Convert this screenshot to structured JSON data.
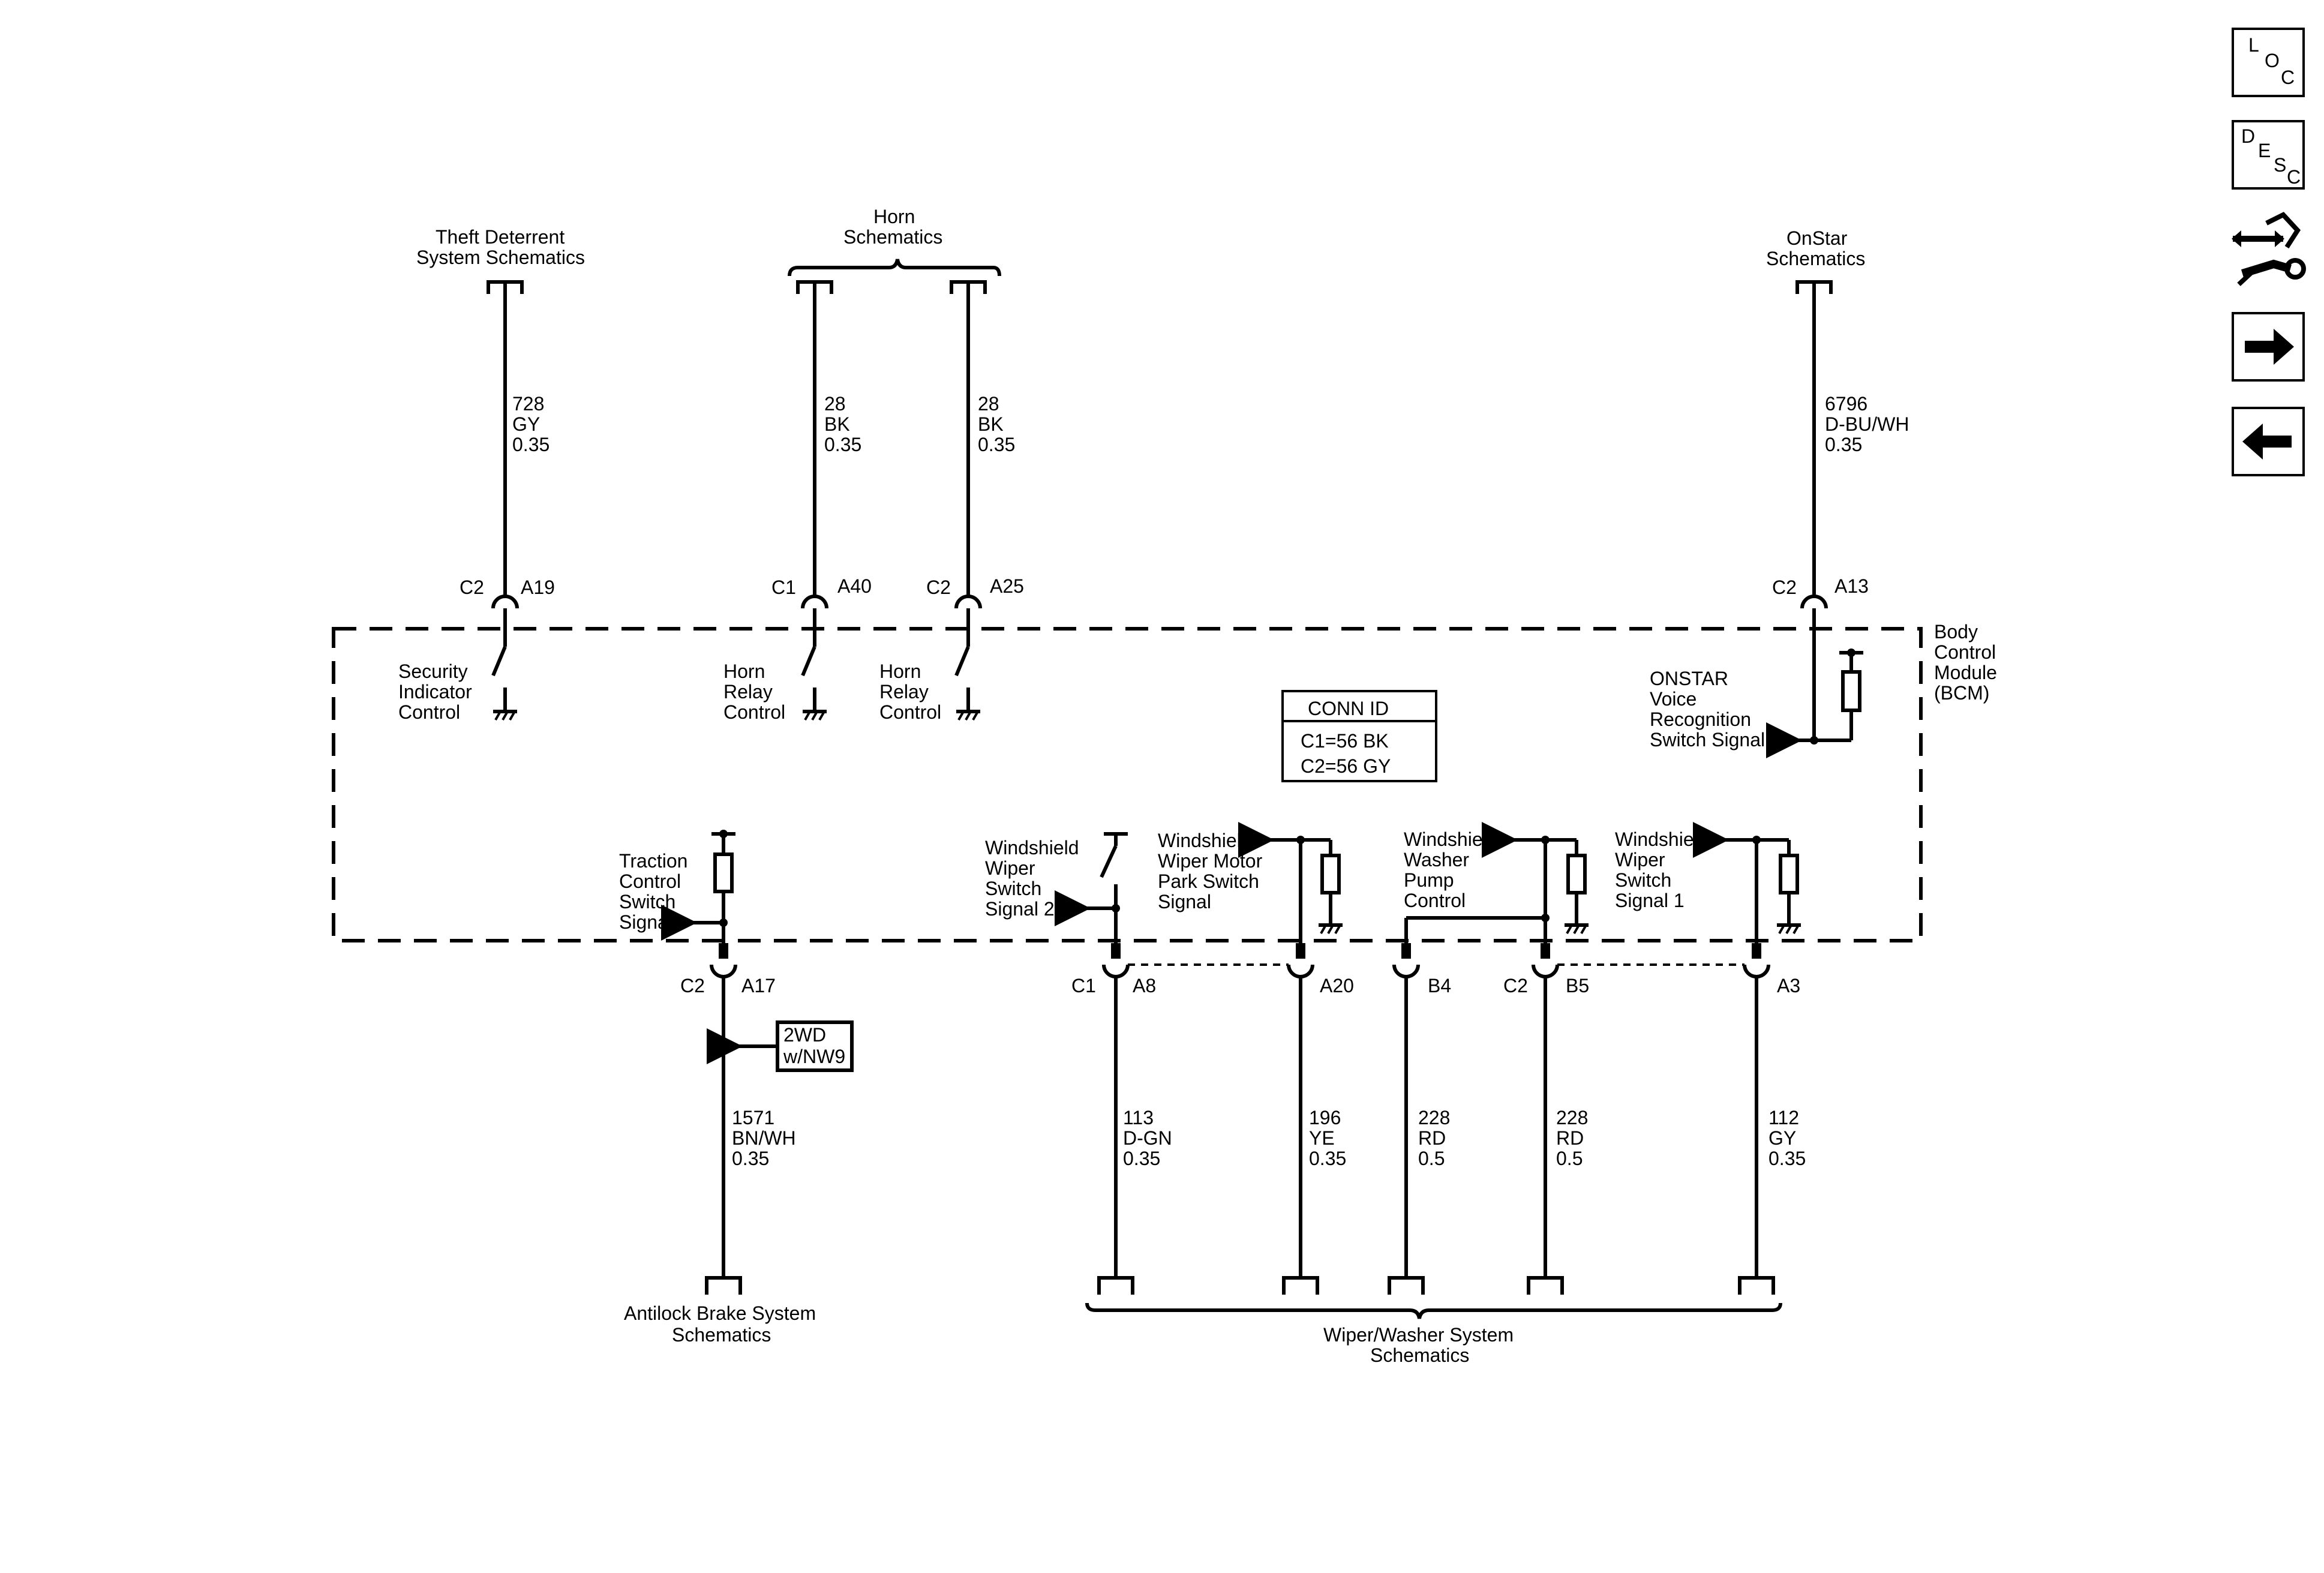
{
  "nav": {
    "loc": {
      "l1": "L",
      "l2": "O",
      "l3": "C"
    },
    "desc": {
      "l1": "D",
      "l2": "E",
      "l3": "S",
      "l4": "C"
    },
    "connector_icon": "connector-end-view-icon",
    "next_icon": "arrow-right-icon",
    "prev_icon": "arrow-left-icon"
  },
  "module": {
    "l1": "Body",
    "l2": "Control",
    "l3": "Module",
    "l4": "(BCM)"
  },
  "conn_id": {
    "title": "CONN ID",
    "c1": "C1=56 BK",
    "c2": "C2=56 GY"
  },
  "top": {
    "theft": {
      "t1": "Theft Deterrent",
      "t2": "System Schematics",
      "circuit": "728",
      "color": "GY",
      "gauge": "0.35",
      "conn": "C2",
      "pin": "A19",
      "f1": "Security",
      "f2": "Indicator",
      "f3": "Control"
    },
    "horn": {
      "t1": "Horn",
      "t2": "Schematics"
    },
    "horn1": {
      "circuit": "28",
      "color": "BK",
      "gauge": "0.35",
      "conn": "C1",
      "pin": "A40",
      "f1": "Horn",
      "f2": "Relay",
      "f3": "Control"
    },
    "horn2": {
      "circuit": "28",
      "color": "BK",
      "gauge": "0.35",
      "conn": "C2",
      "pin": "A25",
      "f1": "Horn",
      "f2": "Relay",
      "f3": "Control"
    },
    "onstar": {
      "t1": "OnStar",
      "t2": "Schematics",
      "circuit": "6796",
      "color": "D-BU/WH",
      "gauge": "0.35",
      "conn": "C2",
      "pin": "A13",
      "f1": "ONSTAR",
      "f2": "Voice",
      "f3": "Recognition",
      "f4": "Switch Signal"
    }
  },
  "bottom": {
    "traction": {
      "f1": "Traction",
      "f2": "Control",
      "f3": "Switch",
      "f4": "Signal",
      "conn": "C2",
      "pin": "A17",
      "circuit": "1571",
      "color": "BN/WH",
      "gauge": "0.35",
      "opt1": "2WD",
      "opt2": "w/NW9",
      "d1": "Antilock Brake System",
      "d2": "Schematics"
    },
    "wsw2": {
      "f1": "Windshield",
      "f2": "Wiper",
      "f3": "Switch",
      "f4": "Signal 2",
      "conn": "C1",
      "pin": "A8",
      "circuit": "113",
      "color": "D-GN",
      "gauge": "0.35"
    },
    "park": {
      "f1": "Windshield",
      "f2": "Wiper Motor",
      "f3": "Park Switch",
      "f4": "Signal",
      "pin": "A20",
      "circuit": "196",
      "color": "YE",
      "gauge": "0.35"
    },
    "pump": {
      "f1": "Windshield",
      "f2": "Washer",
      "f3": "Pump",
      "f4": "Control",
      "pin": "B4",
      "circuit": "228",
      "color": "RD",
      "gauge": "0.5"
    },
    "b5": {
      "conn": "C2",
      "pin": "B5",
      "circuit": "228",
      "color": "RD",
      "gauge": "0.5"
    },
    "wsw1": {
      "f1": "Windshield",
      "f2": "Wiper",
      "f3": "Switch",
      "f4": "Signal 1",
      "pin": "A3",
      "circuit": "112",
      "color": "GY",
      "gauge": "0.35"
    },
    "wiper": {
      "d1": "Wiper/Washer System",
      "d2": "Schematics"
    }
  }
}
